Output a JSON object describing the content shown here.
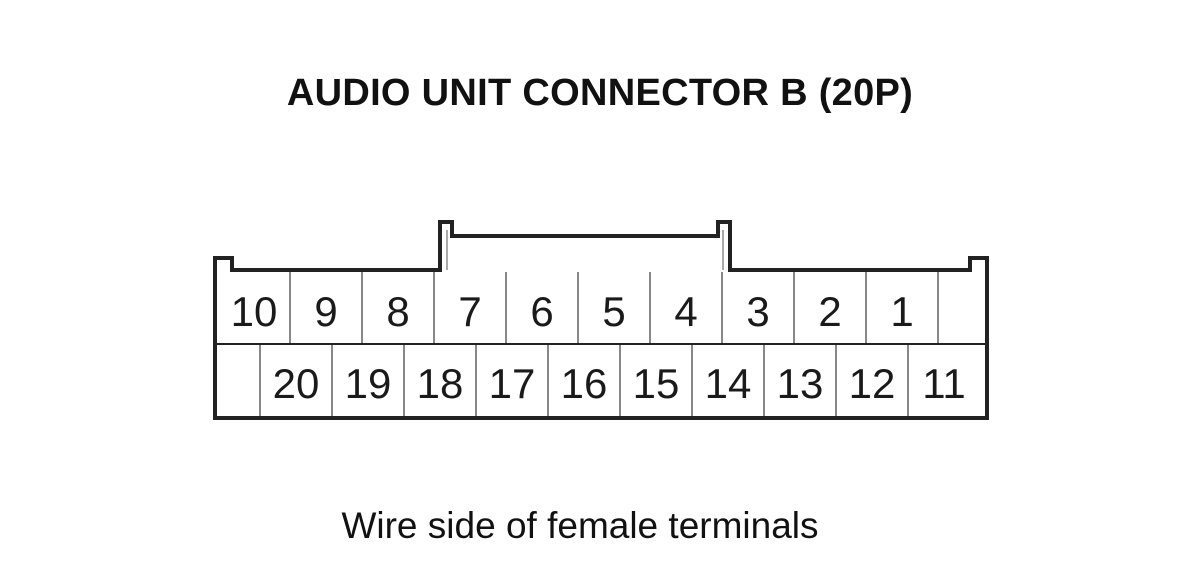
{
  "title": "AUDIO UNIT CONNECTOR B (20P)",
  "caption": "Wire side of female terminals",
  "connector": {
    "top_row": [
      "10",
      "9",
      "8",
      "7",
      "6",
      "5",
      "4",
      "3",
      "2",
      "1"
    ],
    "bottom_row": [
      "20",
      "19",
      "18",
      "17",
      "16",
      "15",
      "14",
      "13",
      "12",
      "11"
    ]
  },
  "colors": {
    "outline": "#222222",
    "cell_line": "#888888",
    "text": "#1a1a1a"
  }
}
